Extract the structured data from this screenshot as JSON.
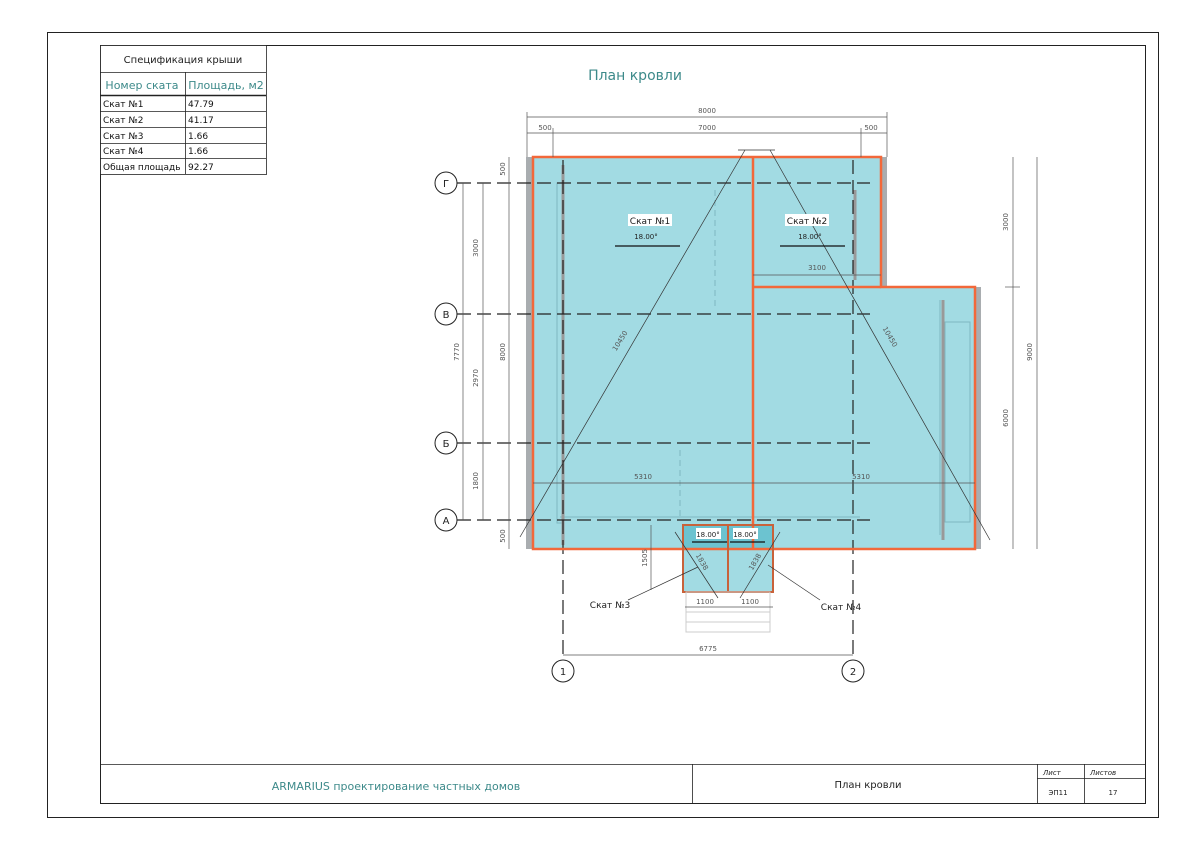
{
  "sheet": {
    "title": "План кровли",
    "company": "ARMARIUS проектирование частных домов",
    "stamp_title": "План кровли",
    "sheet_label": "Лист",
    "sheets_label": "Листов",
    "sheet_value": "ЭП11",
    "sheets_value": "17"
  },
  "spec_table": {
    "title": "Спецификация крыши",
    "headers": [
      "Номер ската",
      "Площадь, м2"
    ],
    "rows": [
      {
        "name": "Скат №1",
        "area": "47.79"
      },
      {
        "name": "Скат №2",
        "area": "41.17"
      },
      {
        "name": "Скат №3",
        "area": "1.66"
      },
      {
        "name": "Скат №4",
        "area": "1.66"
      },
      {
        "name": "Общая площадь",
        "area": "92.27"
      }
    ]
  },
  "plan": {
    "slopes": [
      {
        "label": "Скат №1",
        "angle": "18.00°"
      },
      {
        "label": "Скат №2",
        "angle": "18.00°"
      },
      {
        "label": "Скат №3",
        "angle": "18.00°"
      },
      {
        "label": "Скат №4",
        "angle": "18.00°"
      }
    ],
    "axes_rows": [
      "Г",
      "В",
      "Б",
      "А"
    ],
    "axes_cols": [
      "1",
      "2"
    ],
    "dims": {
      "top_total": "8000",
      "top_mid": "7000",
      "top_left": "500",
      "top_right": "500",
      "left_outer": "7770",
      "left_g_v": "3000",
      "left_v_b": "2970",
      "left_b_a": "1800",
      "left_total": "8000",
      "left_top": "500",
      "left_bottom": "500",
      "right_top": "3000",
      "right_bottom": "6000",
      "right_total": "9000",
      "bottom_total": "6775",
      "porch_left": "1100",
      "porch_right": "1100",
      "porch_depth": "1505",
      "span_3100": "3100",
      "span_left": "5310",
      "span_right": "5310",
      "diag_left": "10450",
      "diag_right": "10450",
      "porch_diag_left": "1838",
      "porch_diag_right": "1838"
    },
    "colors": {
      "roof": "#a2dbe3",
      "roof_dark": "#6cc3d0",
      "edge": "#f2683a",
      "wall": "#a9adb0",
      "accent_text": "#3d8a8a"
    }
  }
}
